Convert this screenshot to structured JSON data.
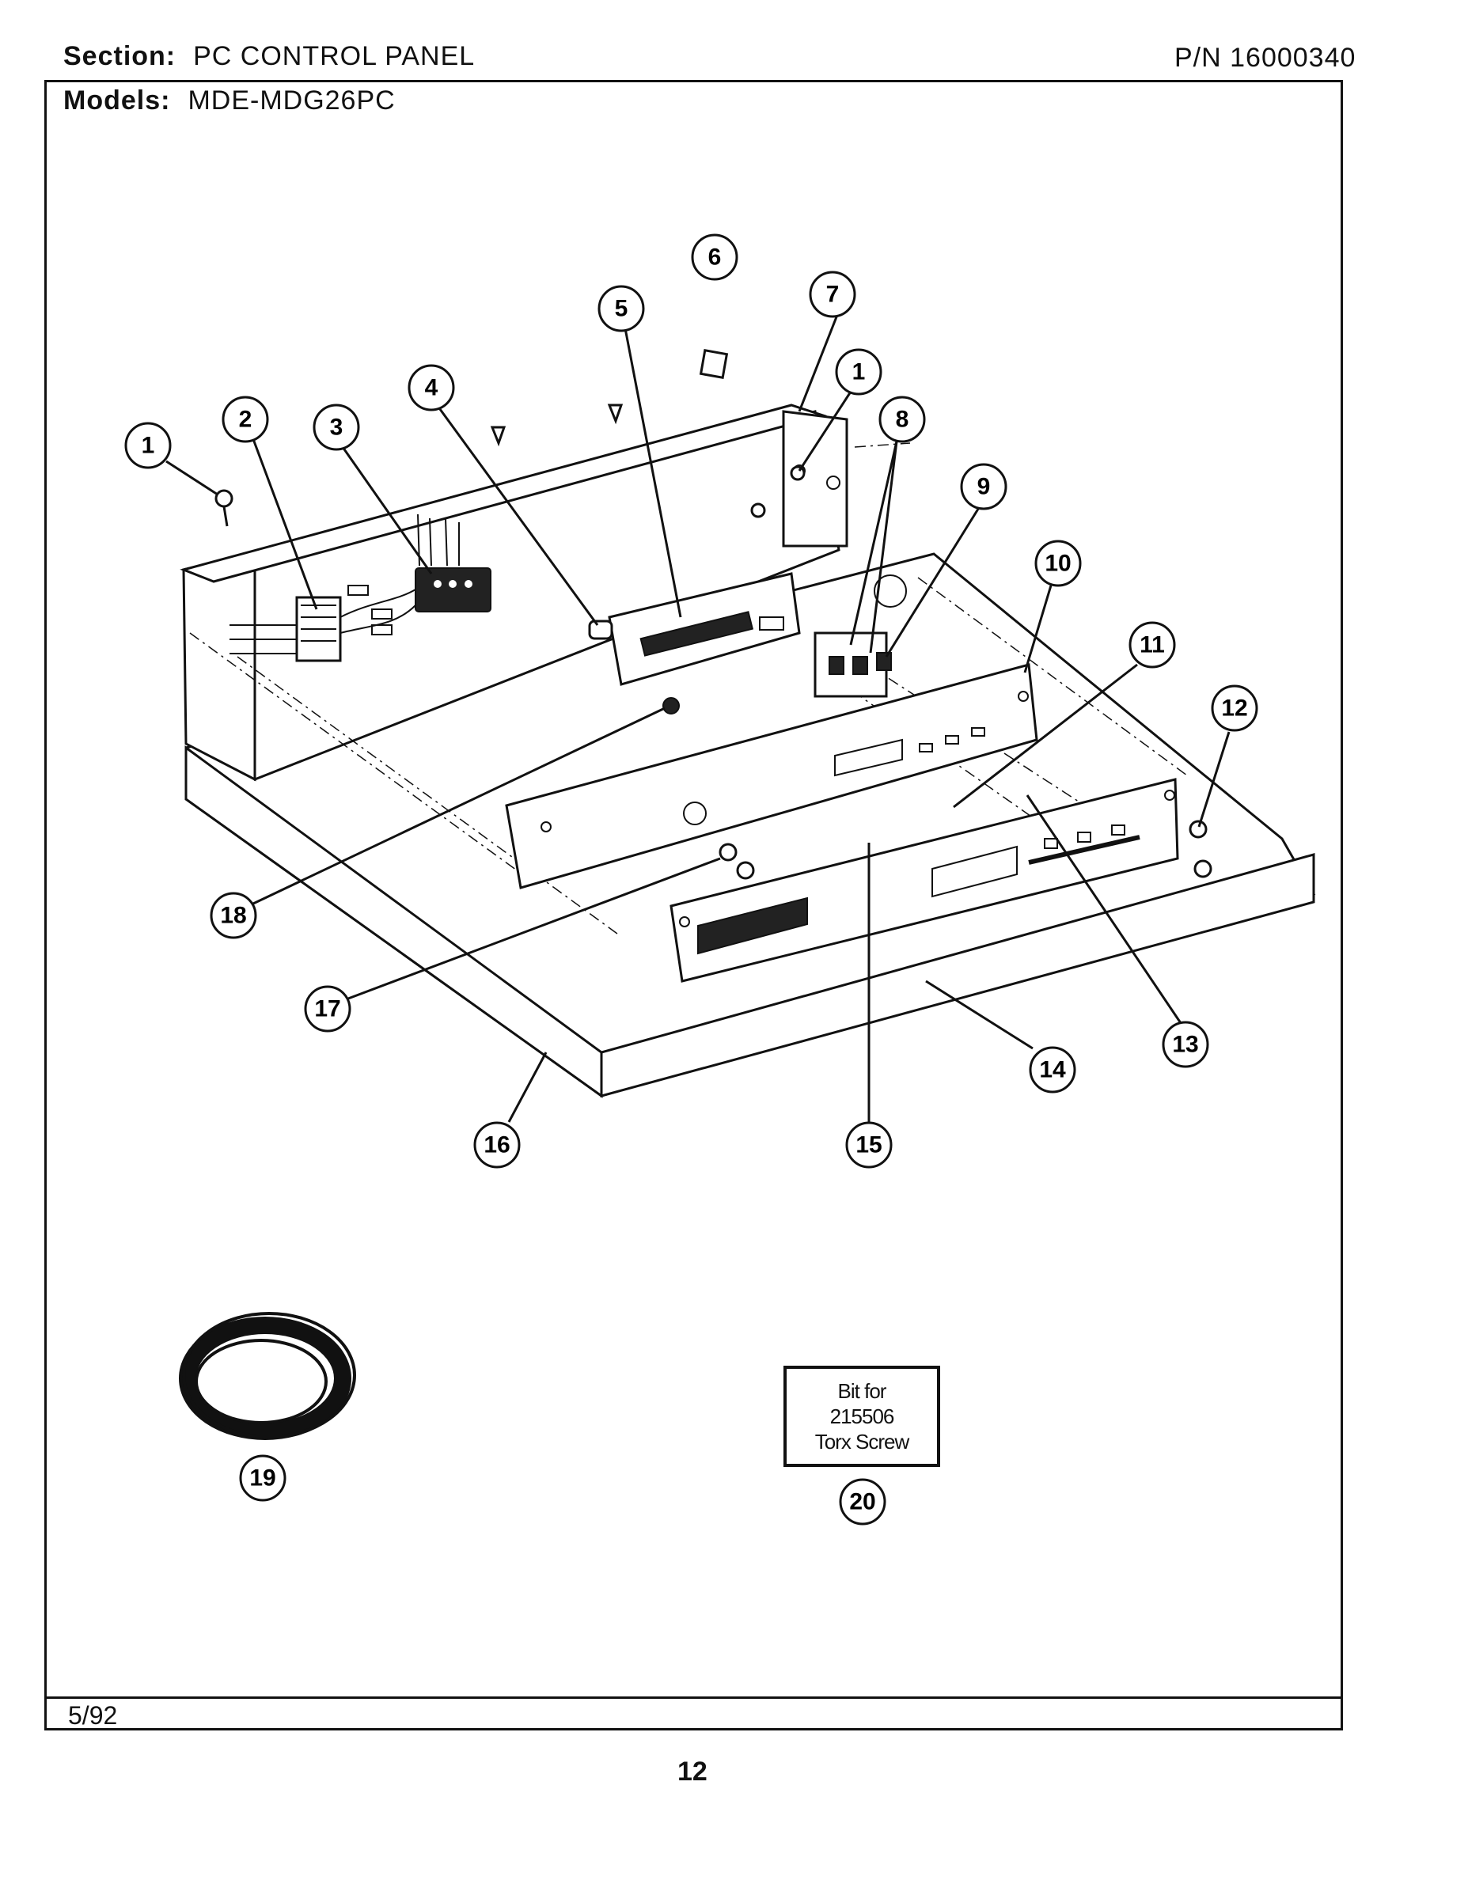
{
  "header": {
    "section_label": "Section:",
    "section_value": "PC CONTROL PANEL",
    "pn": "P/N 16000340",
    "models_label": "Models:",
    "models_value": "MDE-MDG26PC"
  },
  "callouts": [
    "1",
    "2",
    "3",
    "4",
    "5",
    "6",
    "7",
    "1",
    "8",
    "9",
    "10",
    "11",
    "12",
    "13",
    "14",
    "15",
    "16",
    "17",
    "18",
    "19",
    "20"
  ],
  "bit_box": {
    "line1": "Bit for",
    "line2": "215506",
    "line3": "Torx Screw"
  },
  "footer": {
    "date": "5/92",
    "page": "12"
  }
}
